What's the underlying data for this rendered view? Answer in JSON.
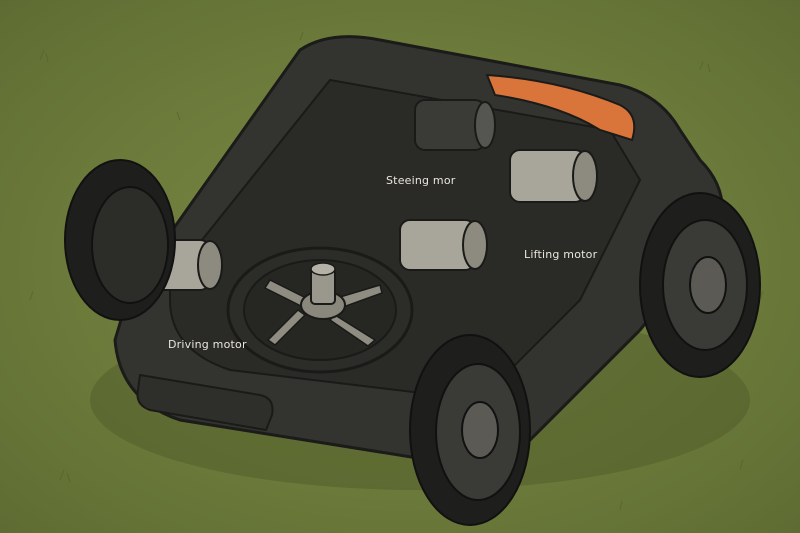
{
  "image": {
    "subject": "Robotic lawn mower chassis, isometric illustration",
    "colors": {
      "grass": "#6e7c3c",
      "body": "#3a3a36",
      "body_dark": "#262624",
      "accent_orange": "#d9753a",
      "metal": "#a8a69a",
      "label_text": "#e8e6dd"
    }
  },
  "labels": {
    "steering": "Steeing mor",
    "lifting": "Lifting motor",
    "driving": "Driving motor"
  }
}
